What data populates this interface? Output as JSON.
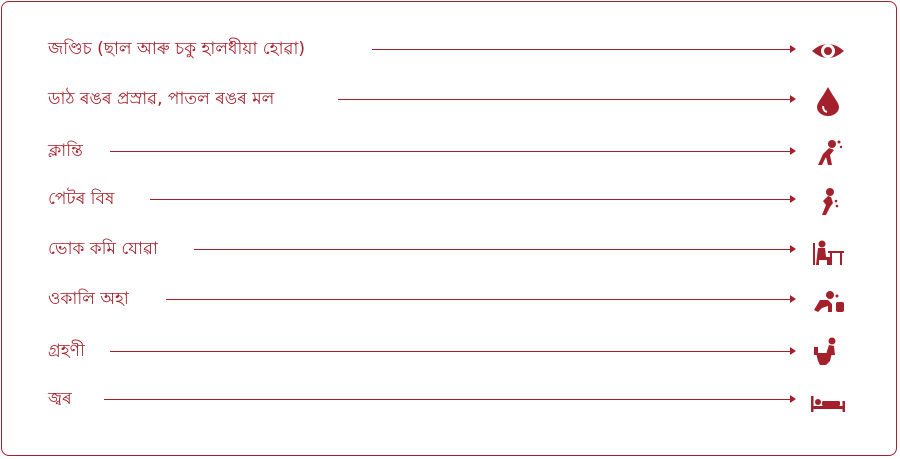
{
  "accent": "#a3212b",
  "symptoms": [
    {
      "label": "জণ্ডিচ (ছাল আৰু চকু হালধীয়া হোৱা)",
      "icon": "eye-icon"
    },
    {
      "label": "ডাঠ ৰঙৰ প্ৰস্ৰাৱ, পাতল ৰঙৰ মল",
      "icon": "drop-icon"
    },
    {
      "label": "ক্লান্তি",
      "icon": "fatigue-icon"
    },
    {
      "label": "পেটৰ বিষ",
      "icon": "stomach-pain-icon"
    },
    {
      "label": "ভোক কমি যোৱা",
      "icon": "appetite-loss-icon"
    },
    {
      "label": "ওকালি অহা",
      "icon": "vomiting-icon"
    },
    {
      "label": "গ্ৰহণী",
      "icon": "toilet-icon"
    },
    {
      "label": "জ্বৰ",
      "icon": "bed-icon"
    }
  ]
}
